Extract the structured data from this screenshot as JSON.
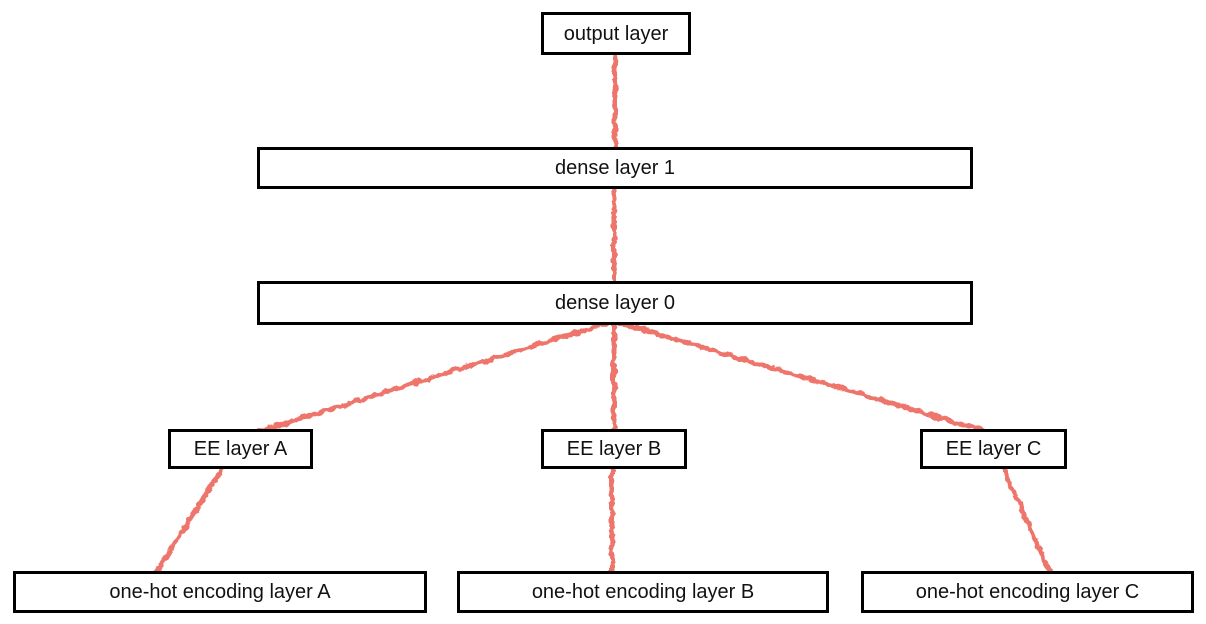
{
  "figure": {
    "type": "diagram",
    "colors": {
      "edge": "#ed6a5e",
      "box_border": "#000000",
      "box_fill": "#ffffff",
      "text": "#111111"
    },
    "nodes": [
      {
        "id": "output-layer",
        "label": "output layer"
      },
      {
        "id": "dense-layer-1",
        "label": "dense layer 1"
      },
      {
        "id": "dense-layer-0",
        "label": "dense layer 0"
      },
      {
        "id": "ee-layer-a",
        "label": "EE layer A"
      },
      {
        "id": "ee-layer-b",
        "label": "EE layer B"
      },
      {
        "id": "ee-layer-c",
        "label": "EE layer C"
      },
      {
        "id": "one-hot-encoding-layer-a",
        "label": "one-hot encoding layer A"
      },
      {
        "id": "one-hot-encoding-layer-b",
        "label": "one-hot encoding layer B"
      },
      {
        "id": "one-hot-encoding-layer-c",
        "label": "one-hot encoding layer C"
      }
    ],
    "edges": [
      {
        "from": "output-layer",
        "to": "dense-layer-1"
      },
      {
        "from": "dense-layer-1",
        "to": "dense-layer-0"
      },
      {
        "from": "dense-layer-0",
        "to": "ee-layer-a"
      },
      {
        "from": "dense-layer-0",
        "to": "ee-layer-b"
      },
      {
        "from": "dense-layer-0",
        "to": "ee-layer-c"
      },
      {
        "from": "ee-layer-a",
        "to": "one-hot-encoding-layer-a"
      },
      {
        "from": "ee-layer-b",
        "to": "one-hot-encoding-layer-b"
      },
      {
        "from": "ee-layer-c",
        "to": "one-hot-encoding-layer-c"
      }
    ]
  }
}
